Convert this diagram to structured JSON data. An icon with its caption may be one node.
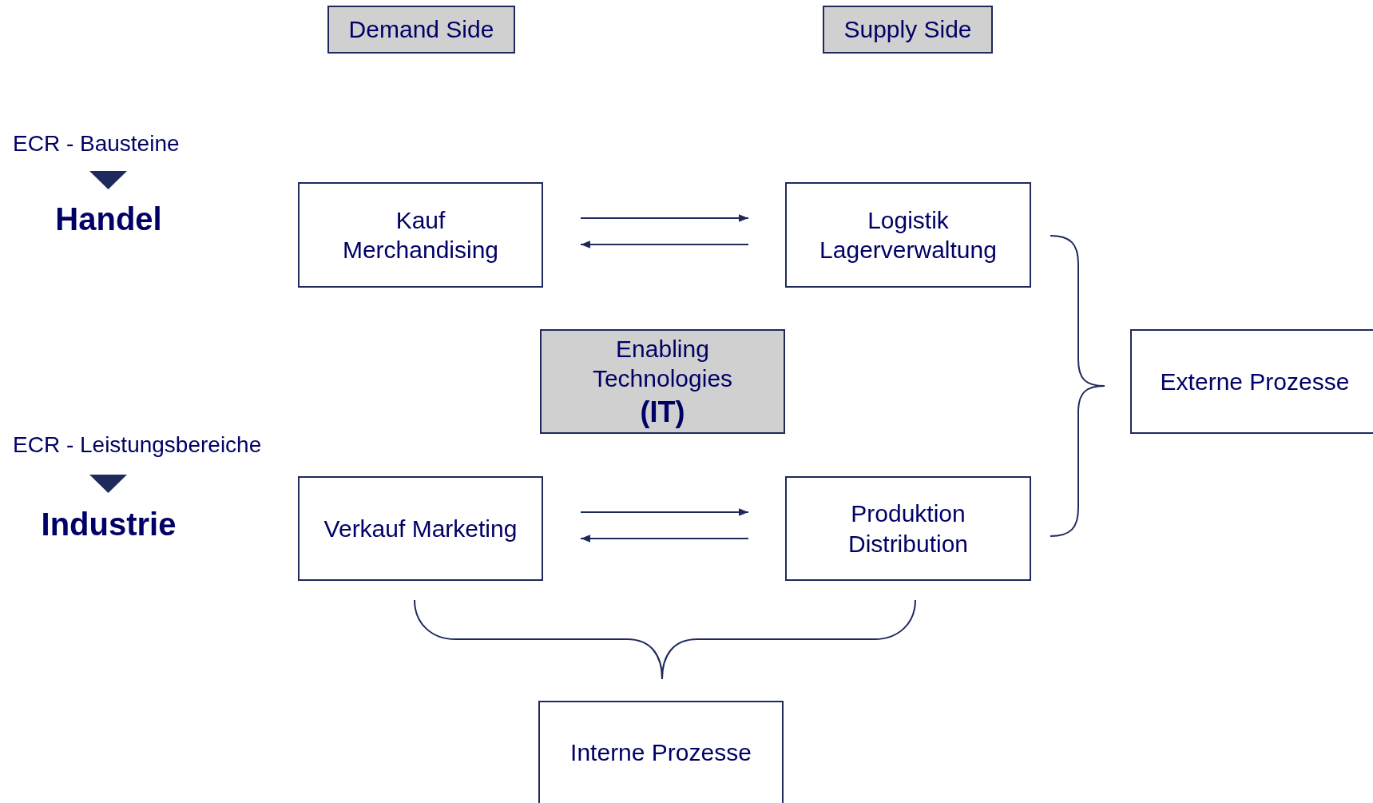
{
  "diagram": {
    "nodes": [
      {
        "text": [
          "Demand Side"
        ]
      },
      {
        "text": [
          "Supply Side"
        ]
      },
      {
        "text": [
          "Kauf Merchandising"
        ]
      },
      {
        "text": [
          "Logistik Lagerverwaltung"
        ]
      },
      {
        "text": [
          "Enabling Technologies",
          "(IT)"
        ]
      },
      {
        "text": [
          "Externe Prozesse"
        ]
      },
      {
        "text": [
          "Verkauf Marketing"
        ]
      },
      {
        "text": [
          "Produktion Distribution"
        ]
      },
      {
        "text": [
          "Interne Prozesse"
        ]
      }
    ],
    "edges": [
      {
        "from": 2,
        "to": 3,
        "arrow": "to"
      },
      {
        "from": 3,
        "to": 2,
        "arrow": "to"
      },
      {
        "from": 6,
        "to": 7,
        "arrow": "to"
      },
      {
        "from": 7,
        "to": 6,
        "arrow": "to"
      }
    ],
    "labels": [
      "ECR - Bausteine",
      "Handel",
      "ECR - Leistungsbereiche",
      "Industrie"
    ]
  }
}
